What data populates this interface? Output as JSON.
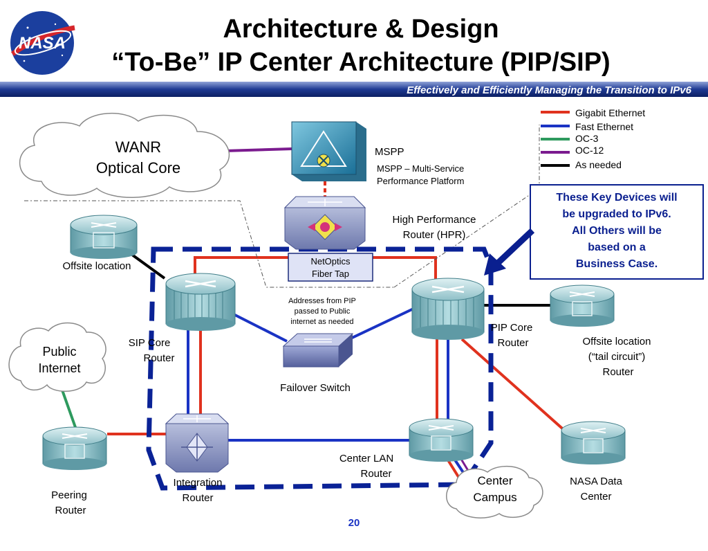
{
  "header": {
    "title_line1": "Architecture & Design",
    "title_line2": "“To-Be” IP Center Architecture (PIP/SIP)",
    "subtitle": "Effectively and Efficiently Managing the Transition to IPv6",
    "logo_text": "NASA",
    "band_color": "#1f3a93"
  },
  "legend": {
    "items": [
      {
        "label": "Gigabit Ethernet",
        "color": "#e0321e"
      },
      {
        "label": "Fast Ethernet",
        "color": "#1a33c4"
      },
      {
        "label": "OC-3",
        "color": "#2e9a5e"
      },
      {
        "label": "OC-12",
        "color": "#7b1b8f"
      },
      {
        "label": "As needed",
        "color": "#000000"
      }
    ]
  },
  "clouds": {
    "wanr_line1": "WANR",
    "wanr_line2": "Optical Core",
    "public_line1": "Public",
    "public_line2": "Internet",
    "campus_line1": "Center",
    "campus_line2": "Campus"
  },
  "devices": {
    "mspp_label": "MSPP",
    "mspp_desc_line1": "MSPP – Multi-Service",
    "mspp_desc_line2": "Performance Platform",
    "hpr_line1": "High Performance",
    "hpr_line2": "Router (HPR)",
    "netoptics_line1": "NetOptics",
    "netoptics_line2": "Fiber Tap",
    "addresses_line1": "Addresses from PIP",
    "addresses_line2": "passed to Public",
    "addresses_line3": "internet as needed",
    "offsite_left": "Offsite location",
    "sip_line1": "SIP Core",
    "sip_line2": "Router",
    "pip_line1": "PIP Core",
    "pip_line2": "Router",
    "offsite_right_line1": "Offsite location",
    "offsite_right_line2": "(“tail circuit”)",
    "offsite_right_line3": "Router",
    "failover": "Failover Switch",
    "lan_line1": "Center LAN",
    "lan_line2": "Router",
    "integration_line1": "Integration",
    "integration_line2": "Router",
    "peering_line1": "Peering",
    "peering_line2": "Router",
    "nasa_dc_line1": "NASA Data",
    "nasa_dc_line2": "Center"
  },
  "callout": {
    "line1": "These Key Devices will",
    "line2": "be upgraded to IPv6.",
    "line3": "All Others will be",
    "line4": "based on a",
    "line5": "Business Case.",
    "color": "#0a1f8f"
  },
  "footer": {
    "page_number": "20"
  }
}
